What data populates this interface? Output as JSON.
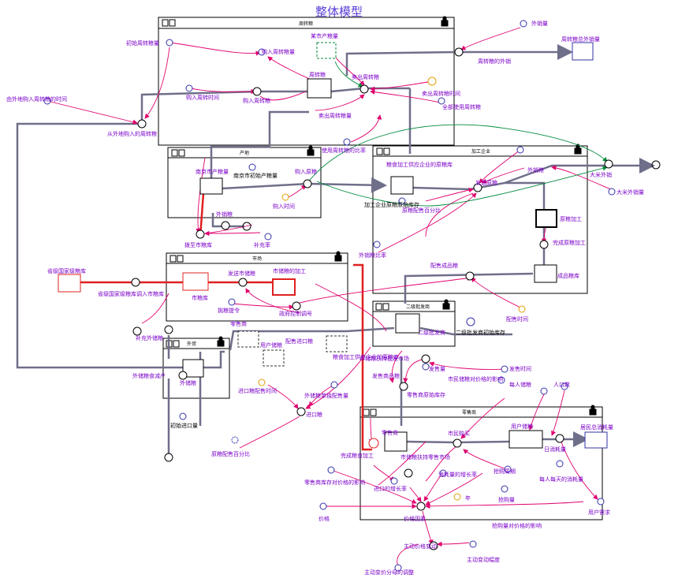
{
  "title": "整体模型",
  "sectors": [
    {
      "id": "zhouzhuan",
      "label": "周转粮"
    },
    {
      "id": "chandi",
      "label": "产地"
    },
    {
      "id": "jiagong",
      "label": "加工企业"
    },
    {
      "id": "shichang",
      "label": "市场"
    },
    {
      "id": "waimao",
      "label": "外贸"
    },
    {
      "id": "erji",
      "label": "二级批发商"
    },
    {
      "id": "lingshou",
      "label": "零售商"
    }
  ],
  "stocks": {
    "zhouzhuan": "周转粮",
    "nanjing": "南京市产粮量",
    "shichang_stock": "市粮库",
    "waimao_stock": "外储粮",
    "jiagong_stock": "粮食加工供应企业的原粮库",
    "chengpin": "成品粮库",
    "yuanliang_jiagong": "原粮加工",
    "erji_stock": "二级批发商",
    "lingshou_stock": "零售商",
    "yonghu": "用户储粮",
    "juminxiaohao": "居民总消耗量",
    "zhouzhuan_xiaoshou": "周转粮总外销量",
    "shengji": "省级国家级粮库",
    "mou_chanliang": "某市产粮量",
    "lingshou_yuanliang": "粮食加工供应企业的原粮库",
    "shijin_jiagong": "市储粮的加工"
  },
  "labels": {
    "chushi_zhouzhuan": "初始周转粮量",
    "gouru_zhouzhuan": "购入周转粮量",
    "gouru_shijian": "购入周转时间",
    "gouru_zhouzhuanliang2": "购入周转粮",
    "maichu_zhouzhuan": "卖出周转粮",
    "maichu_zhouzhuan_time": "卖出周转粮时间",
    "quanbu_shiyong": "全部使用周转粮",
    "maichu_zhouzhuanliang": "卖出周转粮量",
    "zhouzhuan_waixiao": "周转粮的外销",
    "waixiaoliang": "外销量",
    "you_waidi": "由外地购入周转粮的时间",
    "cong_waidi": "从外地购入的周转粮",
    "shiyong_bili": "使用周转粮的比率",
    "nanjing_chushi": "南京市初始产粮量",
    "gouru_yuanliang": "购入原粮",
    "gouru_time": "购入时间",
    "waixiao_liang": "外销粮",
    "dami_waixiao": "大米外销",
    "dami_waixiaoliang": "大米外销量",
    "fasong_yuanliang": "发送原粮",
    "yuanliang_peishou": "原粮配售百分比",
    "jiagong_qiye_yuanliang": "加工企业原粮原始库存",
    "wancheng_jiagong": "完成原粮加工",
    "waichu_liang": "外储粮",
    "buchong": "补充率",
    "bo_zhi_shiliang": "拨至市粮库",
    "waixiao_bili": "外销粮比率",
    "peishou_chengpin": "配售成品粮",
    "fasong_shiliang": "发送市储粮",
    "tiaoliang_tiling": "挑粮提令",
    "zhengfu_kongzhi": "政府控制调号",
    "shengji_diaoru": "省级国家级粮库调入市粮库",
    "peishou_shijian": "配售时间",
    "lingshou_ren": "零售商",
    "yonghu_chuliang": "用户储粮",
    "peisong_jinkou": "配售进口粮",
    "erji_chushi": "二级批发商初始库存",
    "erji_pifa": "二级批发商",
    "buchong_waichu": "补充外储粮",
    "waichu_shijian": "外储粮食减产",
    "jinkou_peisong_time": "进口粮配售时间",
    "waichu_lingshou_peisong": "外储粮单独配售量",
    "jinkou": "进口粮",
    "chushi_jinkou": "初始进口量",
    "yuanliang_peishou2": "原粮配售百分比",
    "shichang_fuchi": "市储粮扶持批发市场",
    "fashouliang": "发售量",
    "fashou_shijian": "发售时间",
    "fashou_chengpin": "发售商品粮",
    "lingshou_yuanshi": "零售商原始库存",
    "shimin_chuliang": "市民储粮对价格的影响",
    "renkou": "人口数",
    "meiren_chuliang": "每人储粮",
    "juminzong": "居民总消耗量",
    "wancheng_jiagong2": "完成粮食加工",
    "shimin_gouniu": "市民购买",
    "shichang_fuchi2": "市储粮扶持零售市场",
    "rixiaohao": "日消耗量",
    "meiren_xiaohao": "每人每天的消耗量",
    "qianggou_zhouqi": "抢购周期",
    "qianggou_liang": "抢购量",
    "xiaohao_zengzhang": "消耗量的增长率",
    "lingshou_kucun_jiage": "零售商库存对价格的影响",
    "jinkou_zengzhang": "进口的增长率",
    "nian": "年",
    "jiage": "价格",
    "jiage_yinsu": "价格因素",
    "qianggou_jiage": "抢购量对价格的影响",
    "yonghu_xuqiu": "用户需求",
    "zhudong_jiage": "主动价格变动",
    "zhudong_fudu": "主动变动幅度",
    "zhudong_fenmu": "主动变价分母的调整"
  },
  "colors": {
    "title": "#5b3fd6",
    "text": "#7a00c8",
    "link": "#e0006e",
    "flow": "#6f6f8a",
    "redflow": "#e02020",
    "green": "#008a3a",
    "box": "#000000"
  }
}
